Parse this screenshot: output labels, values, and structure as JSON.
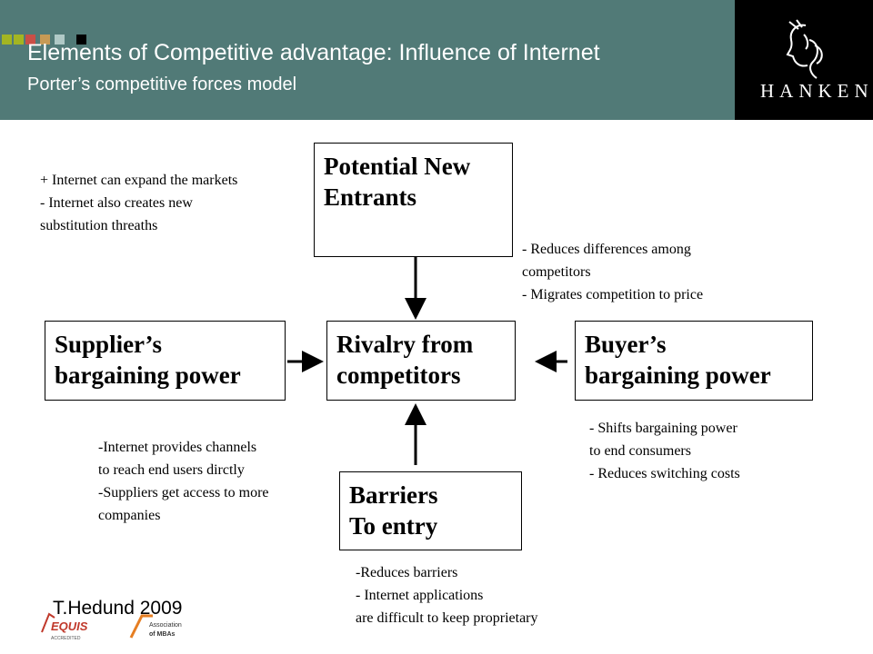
{
  "header": {
    "title": "Elements of Competitive advantage: Influence of Internet",
    "subtitle": "Porter’s competitive forces model",
    "accent_squares": [
      "#a3b522",
      "#c79a55",
      "#c94f47",
      "#8fb0b0",
      "#b0c9c6",
      "#000000"
    ],
    "logo_text": "HANKEN",
    "background": "#517a77"
  },
  "boxes": {
    "new_entrants": "Potential New\nEntrants",
    "supplier": "Supplier’s\nbargaining power",
    "rivalry": "Rivalry from\ncompetitors",
    "buyer": "Buyer’s\nbargaining power",
    "barriers": "Barriers\nTo entry"
  },
  "notes": {
    "new_entrants": "+ Internet can expand the markets\n- Internet also creates new\nsubstitution threaths",
    "rivalry": "- Reduces differences among\ncompetitors\n- Migrates competition to price",
    "supplier": "-Internet provides channels\nto reach end users dirctly\n-Suppliers get access to more\ncompanies",
    "buyer": "- Shifts bargaining power\nto end consumers\n- Reduces switching costs",
    "barriers": "-Reduces barriers\n- Internet applications\nare difficult to keep proprietary"
  },
  "footer": {
    "credit": "T.Hedund 2009",
    "equis_text": "EQUIS",
    "equis_sub": "ACCREDITED",
    "amba_text": "Association\nof MBAs"
  }
}
